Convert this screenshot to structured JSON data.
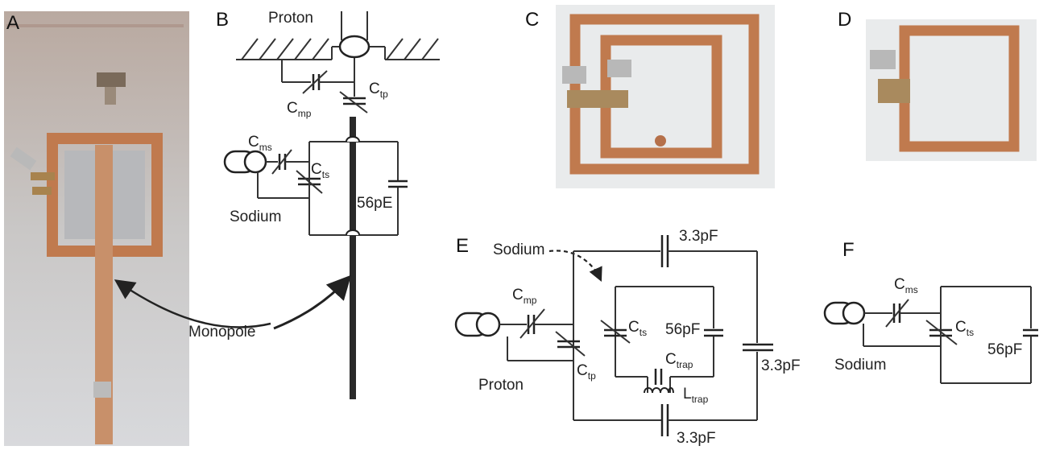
{
  "panels": {
    "A": {
      "letter": "A",
      "monopole_label": "Monopole"
    },
    "B": {
      "letter": "B",
      "proton_label": "Proton",
      "sodium_label": "Sodium",
      "cap_label": "56pE",
      "c_mp": {
        "main": "C",
        "sub": "mp"
      },
      "c_tp": {
        "main": "C",
        "sub": "tp"
      },
      "c_ms": {
        "main": "C",
        "sub": "ms"
      },
      "c_ts": {
        "main": "C",
        "sub": "ts"
      }
    },
    "C": {
      "letter": "C"
    },
    "D": {
      "letter": "D"
    },
    "E": {
      "letter": "E",
      "sodium_label": "Sodium",
      "proton_label": "Proton",
      "cap_top": "3.3pF",
      "cap_right": "3.3pF",
      "cap_bottom": "3.3pF",
      "cap_inner": "56pF",
      "c_mp": {
        "main": "C",
        "sub": "mp"
      },
      "c_tp": {
        "main": "C",
        "sub": "tp"
      },
      "c_ts": {
        "main": "C",
        "sub": "ts"
      },
      "c_trap": {
        "main": "C",
        "sub": "trap"
      },
      "l_trap": {
        "main": "L",
        "sub": "trap"
      }
    },
    "F": {
      "letter": "F",
      "sodium_label": "Sodium",
      "cap_label": "56pF",
      "c_ms": {
        "main": "C",
        "sub": "ms"
      },
      "c_ts": {
        "main": "C",
        "sub": "ts"
      }
    }
  },
  "colors": {
    "copper": "#c07a4e",
    "copper_dark": "#8e4f2c",
    "photo_bg": "#cfd1d3",
    "board": "#e9ebec"
  }
}
